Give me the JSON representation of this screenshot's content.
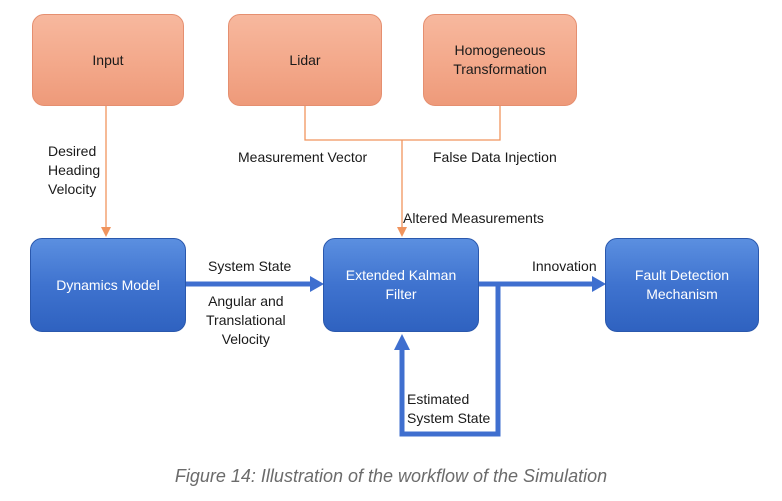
{
  "nodes": {
    "input": "Input",
    "lidar": "Lidar",
    "homogeneous": "Homogeneous\nTransformation",
    "dynamics": "Dynamics Model",
    "ekf": "Extended Kalman\nFilter",
    "fault": "Fault Detection\nMechanism"
  },
  "edge_labels": {
    "desired": "Desired\nHeading\nVelocity",
    "measurement_vector": "Measurement Vector",
    "false_data": "False Data Injection",
    "altered": "Altered Measurements",
    "system_state": "System State",
    "angular": "Angular and\nTranslational\nVelocity",
    "innovation": "Innovation",
    "estimated": "Estimated\nSystem State"
  },
  "caption": "Figure 14: Illustration of the workflow of the Simulation",
  "colors": {
    "orange_line": "#f0945e",
    "blue_arrow": "#3f6fcf"
  }
}
